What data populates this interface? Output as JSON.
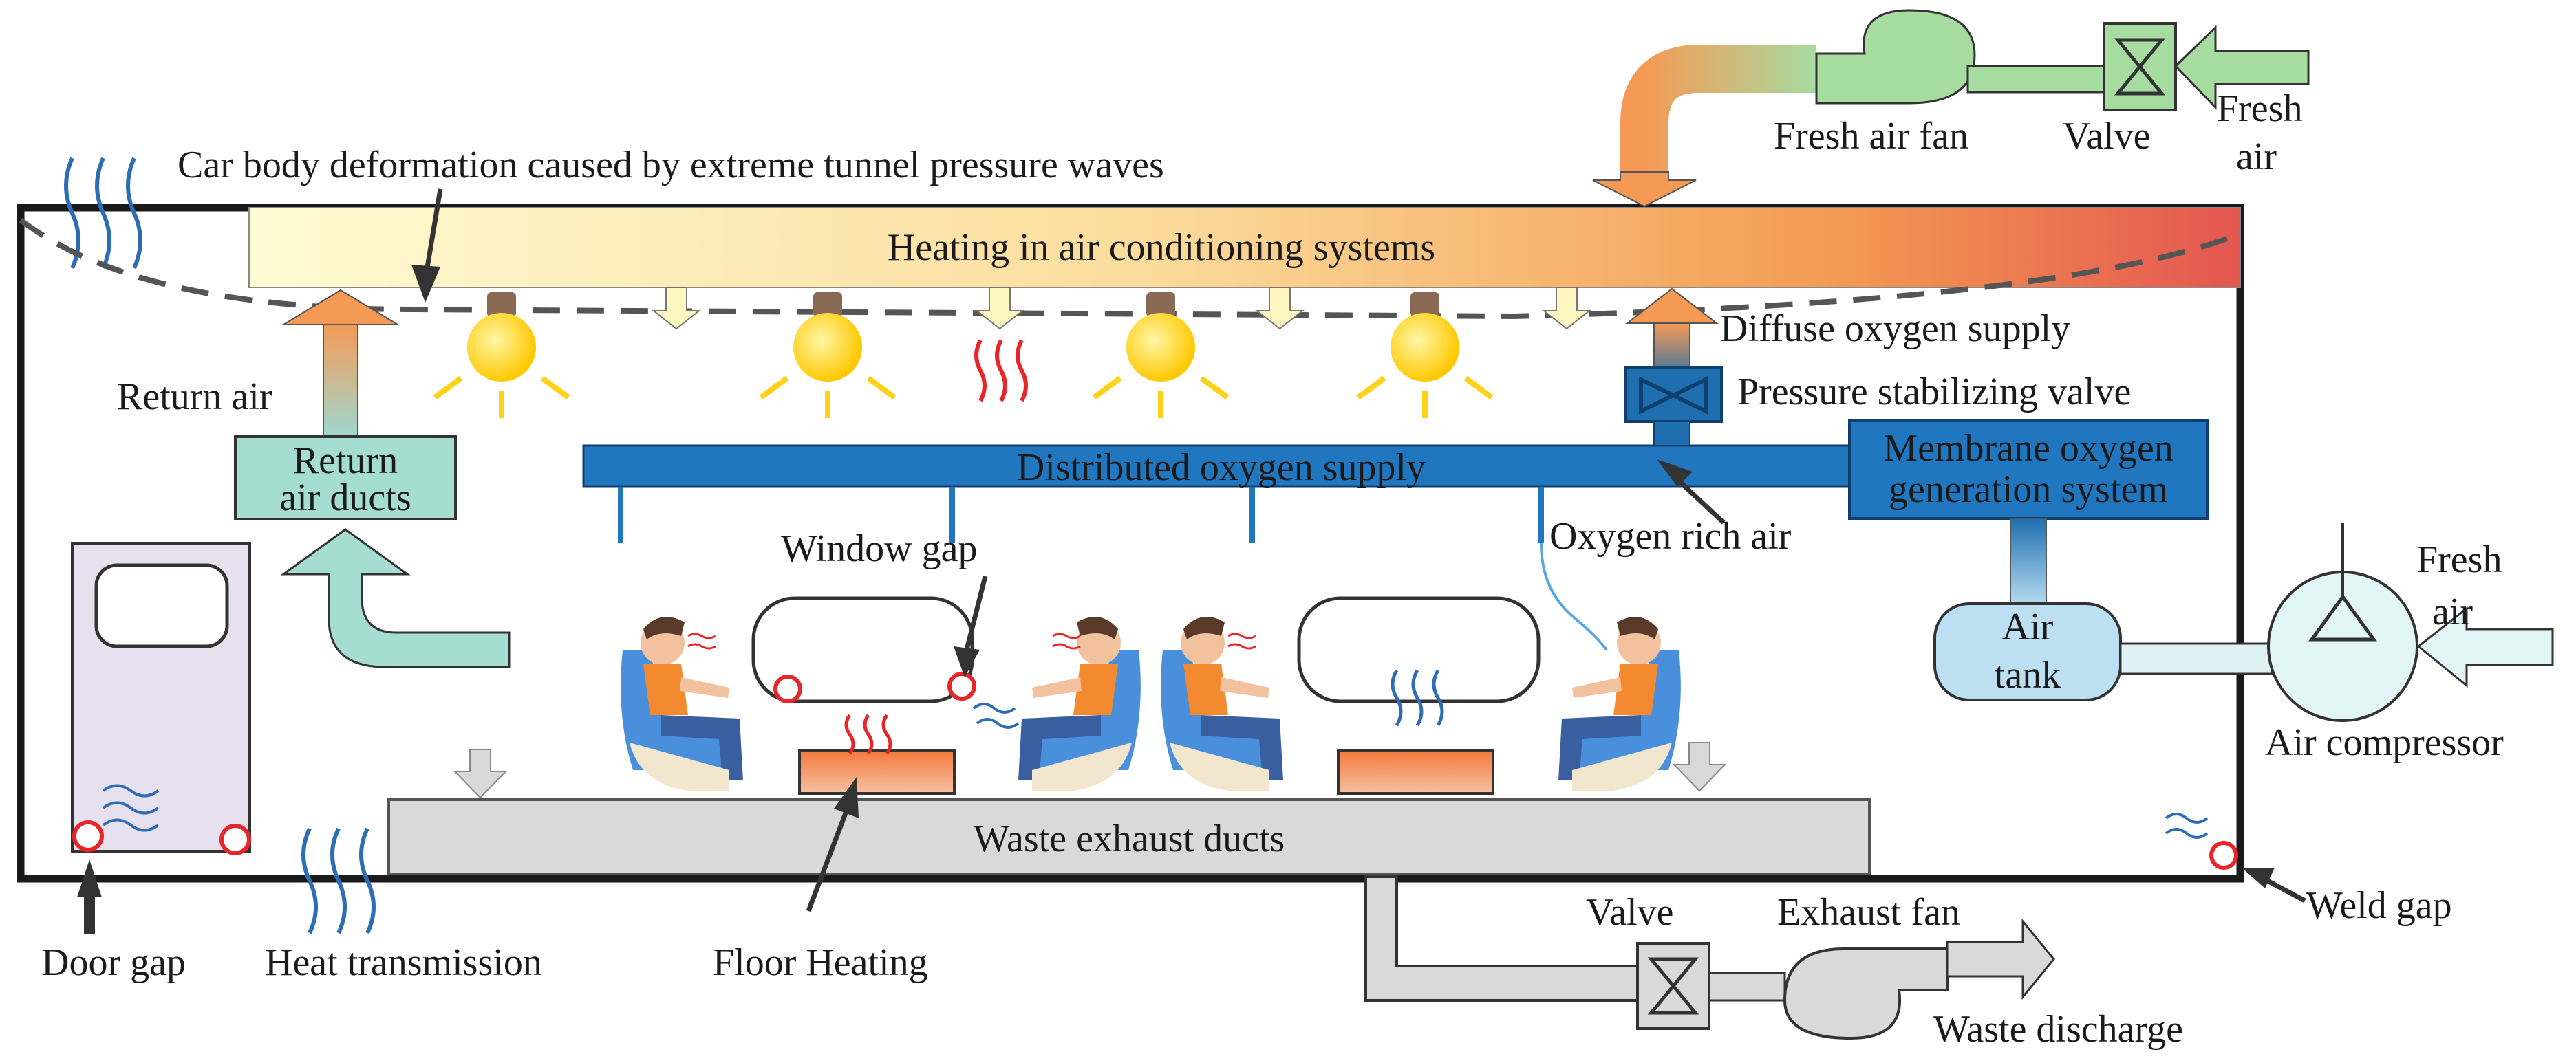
{
  "labels": {
    "deformation": "Car body deformation caused by extreme tunnel pressure waves",
    "heating_ac": "Heating in air conditioning systems",
    "fresh_air_fan": "Fresh air fan",
    "valve_top": "Valve",
    "fresh_air_top_1": "Fresh",
    "fresh_air_top_2": "air",
    "diffuse_oxygen": "Diffuse oxygen supply",
    "pressure_valve": "Pressure stabilizing valve",
    "return_air": "Return air",
    "return_ducts_1": "Return",
    "return_ducts_2": "air ducts",
    "distributed_oxygen": "Distributed oxygen supply",
    "membrane_1": "Membrane oxygen",
    "membrane_2": "generation system",
    "oxygen_rich": "Oxygen rich air",
    "window_gap": "Window gap",
    "fresh_air_right_1": "Fresh",
    "fresh_air_right_2": "air",
    "air_tank_1": "Air",
    "air_tank_2": "tank",
    "air_compressor": "Air compressor",
    "waste_ducts": "Waste exhaust ducts",
    "weld_gap": "Weld gap",
    "door_gap": "Door gap",
    "heat_transmission": "Heat transmission",
    "floor_heating": "Floor Heating",
    "valve_bottom": "Valve",
    "exhaust_fan": "Exhaust fan",
    "waste_discharge": "Waste discharge"
  },
  "colors": {
    "ac_gradient_start": "#fdfbd0",
    "ac_gradient_mid": "#f6b060",
    "ac_gradient_end": "#e8534e",
    "oxygen_blue": "#1f6fb0",
    "duct_teal": "#9fd8cf",
    "fresh_green": "#a6dca0",
    "tank_blue": "#bcdff2",
    "exhaust_gray": "#d8d8d8",
    "gap_red": "#e8262a",
    "heater_red": "#e3402f",
    "bulb_yellow": "#ffd21a"
  }
}
